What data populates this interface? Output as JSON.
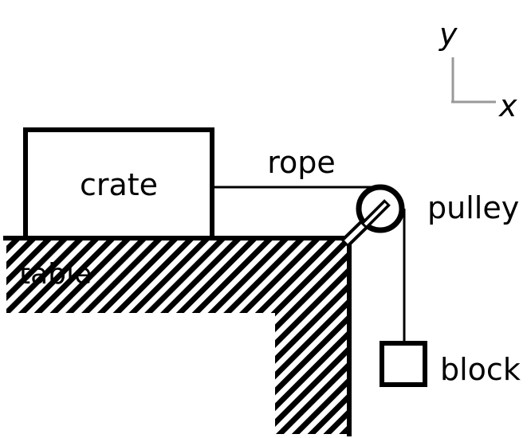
{
  "labels": {
    "crate": "crate",
    "rope": "rope",
    "pulley": "pulley",
    "table": "table",
    "block": "block"
  },
  "axes": {
    "x": "x",
    "y": "y"
  },
  "colors": {
    "ink": "#000000",
    "axis": "#999999",
    "background": "#ffffff"
  }
}
